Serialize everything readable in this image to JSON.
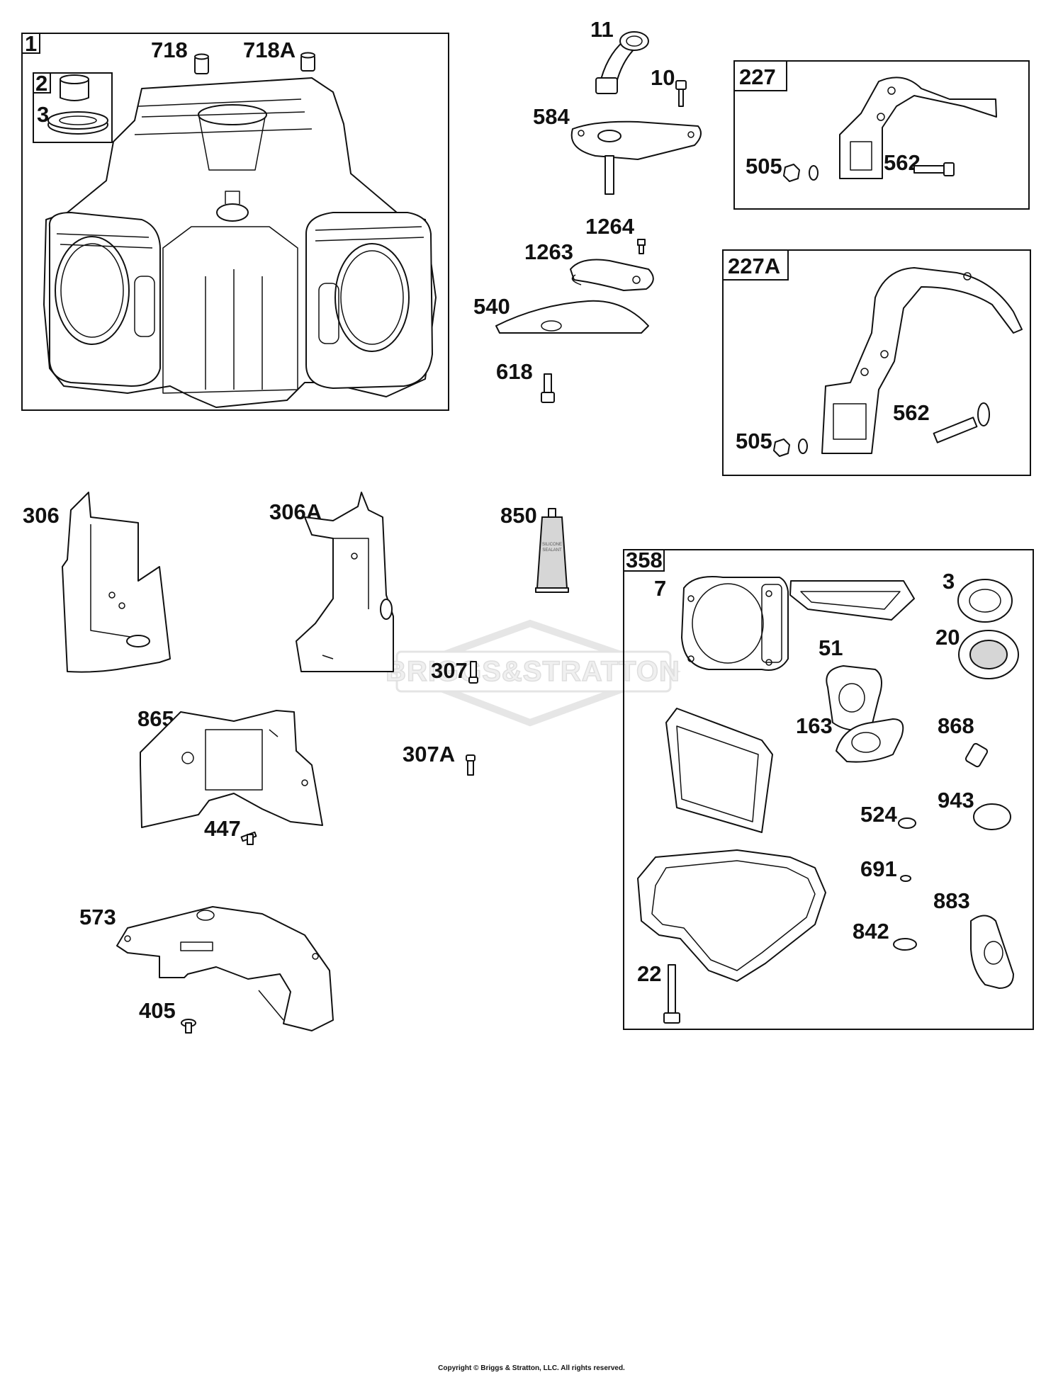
{
  "groups": [
    {
      "id": "1",
      "parts": [
        "718",
        "718A",
        "2",
        "3"
      ]
    },
    {
      "id": "227",
      "parts": [
        "505",
        "562"
      ]
    },
    {
      "id": "227A",
      "parts": [
        "505",
        "562"
      ]
    },
    {
      "id": "358",
      "parts": [
        "7",
        "3",
        "20",
        "51",
        "163",
        "868",
        "524",
        "943",
        "691",
        "883",
        "842",
        "22"
      ]
    }
  ],
  "callouts": {
    "c1": "1",
    "c718": "718",
    "c718A": "718A",
    "c2": "2",
    "c3a": "3",
    "c11": "11",
    "c10": "10",
    "c584": "584",
    "c1264": "1264",
    "c1263": "1263",
    "c540": "540",
    "c618": "618",
    "c227": "227",
    "c505a": "505",
    "c562a": "562",
    "c227A": "227A",
    "c505b": "505",
    "c562b": "562",
    "c306": "306",
    "c306A": "306A",
    "c850": "850",
    "c307": "307",
    "c307A": "307A",
    "c865": "865",
    "c447": "447",
    "c573": "573",
    "c405": "405",
    "c358": "358",
    "c7": "7",
    "c3b": "3",
    "c20": "20",
    "c51": "51",
    "c163": "163",
    "c868": "868",
    "c524": "524",
    "c943": "943",
    "c691": "691",
    "c883": "883",
    "c842": "842",
    "c22": "22"
  },
  "watermark": "BRIGGS&STRATTON",
  "copyright": "Copyright © Briggs & Stratton, LLC. All rights reserved.",
  "tube_label": {
    "line1": "SILICONE",
    "line2": "SEALANT"
  }
}
